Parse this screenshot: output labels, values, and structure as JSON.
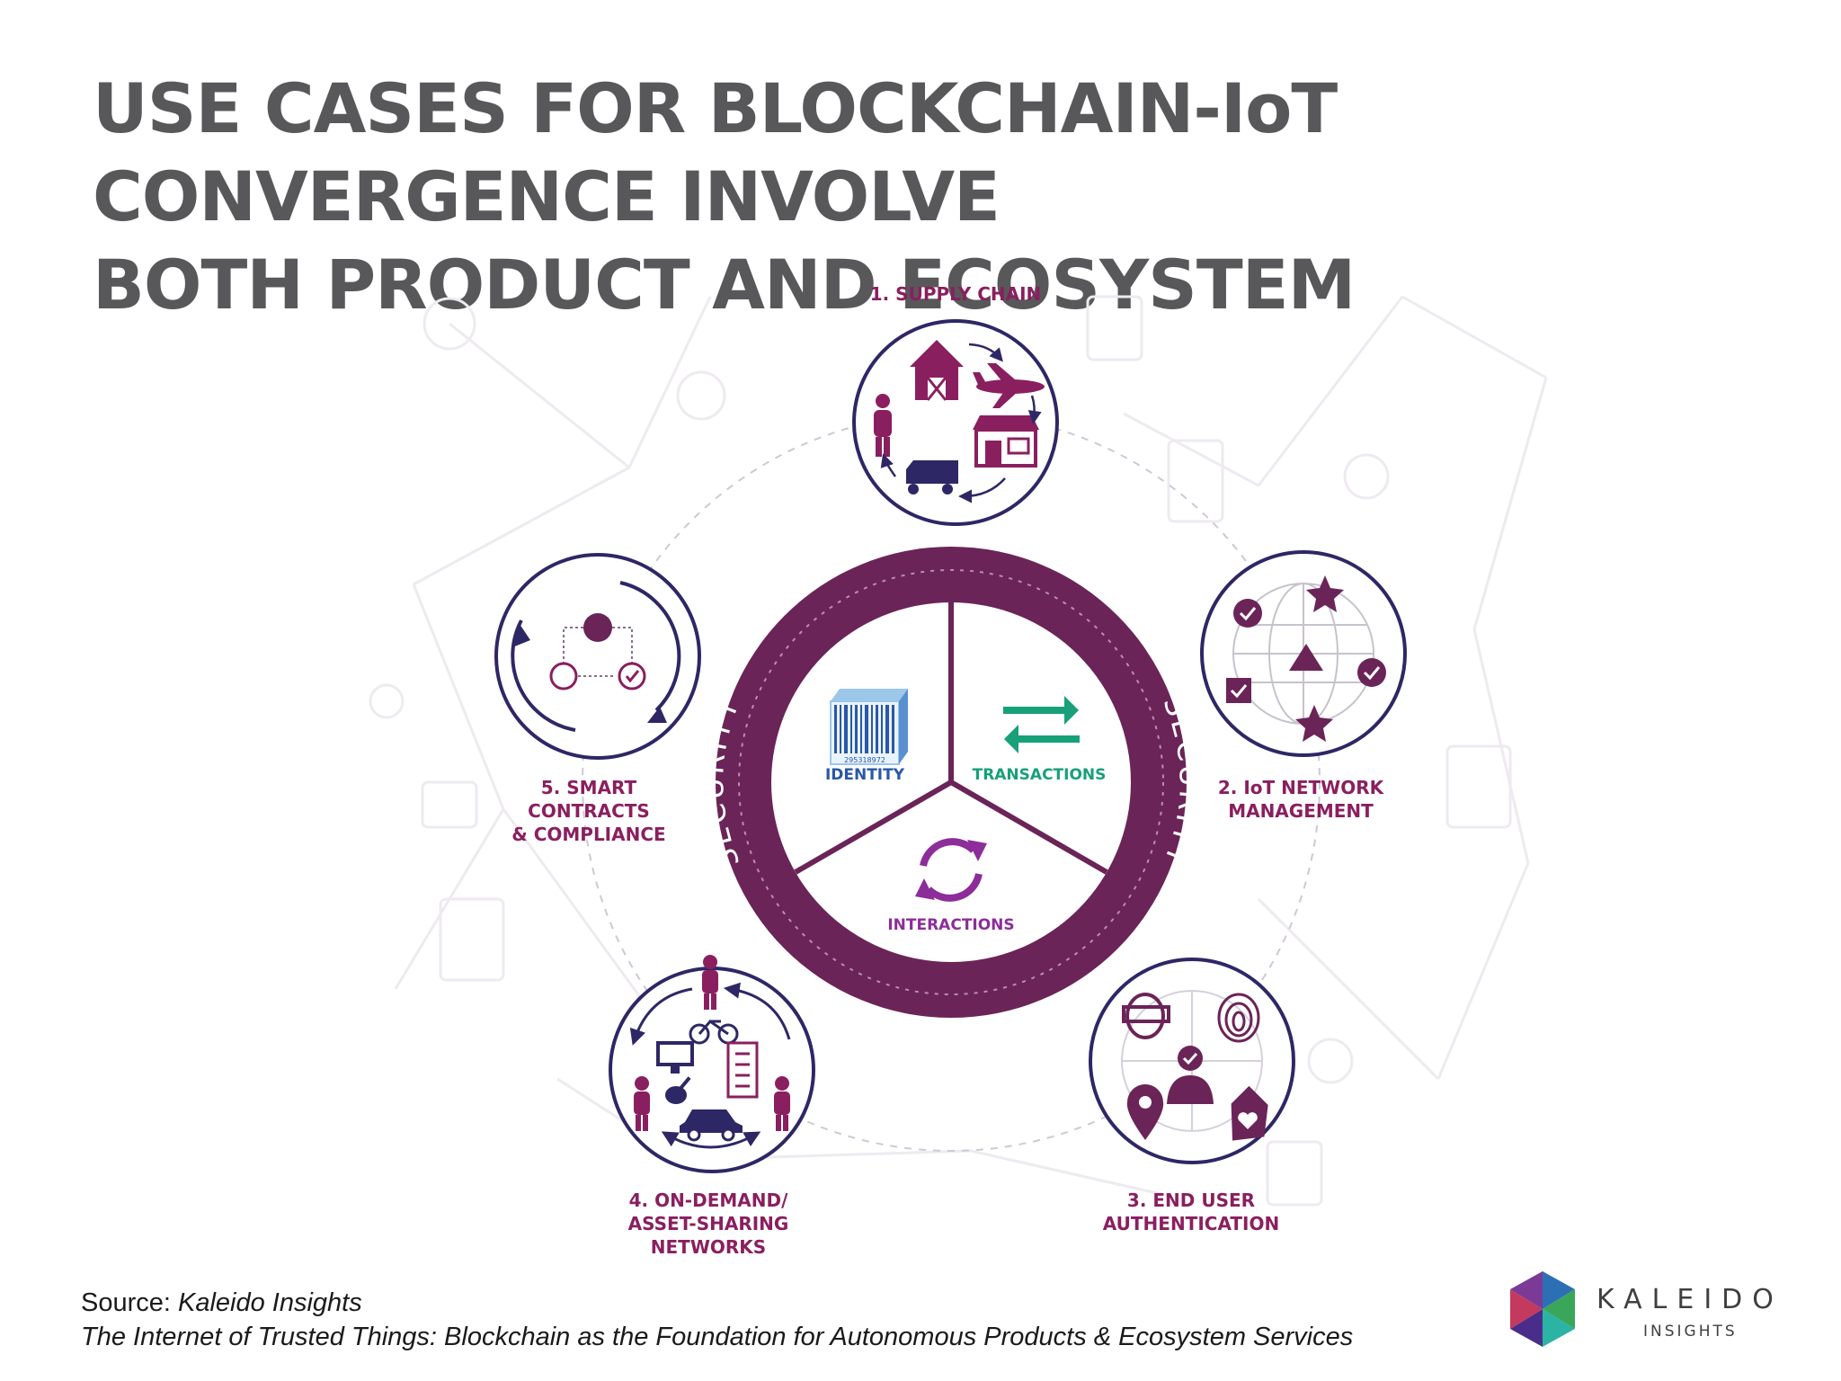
{
  "title": {
    "line1": "USE CASES FOR BLOCKCHAIN-IoT CONVERGENCE INVOLVE",
    "line2": "BOTH PRODUCT AND ECOSYSTEM"
  },
  "diagram": {
    "use_cases": {
      "supply_chain": [
        "1. SUPPLY CHAIN"
      ],
      "iot_network": [
        "2. IoT NETWORK",
        "MANAGEMENT"
      ],
      "user_auth": [
        "3. END USER",
        "AUTHENTICATION"
      ],
      "asset_sharing": [
        "4. ON-DEMAND/",
        "ASSET-SHARING",
        "NETWORKS"
      ],
      "smart_contracts": [
        "5. SMART",
        "CONTRACTS",
        "& COMPLIANCE"
      ]
    },
    "center": {
      "identity": "IDENTITY",
      "barcode_number": "295318972",
      "transactions": "TRANSACTIONS",
      "interactions": "INTERACTIONS",
      "ring_label_left": "SECURITY",
      "ring_label_right": "SECURITY"
    },
    "colors": {
      "plum": "#6b2458",
      "navy": "#2e2766",
      "magenta": "#8a1f5f",
      "identity_blue": "#2a57a8",
      "transactions_green": "#17a079",
      "interactions_purple": "#8c2d9a"
    }
  },
  "source": {
    "prefix": "Source: ",
    "name": "Kaleido Insights",
    "report": "The Internet of Trusted Things: Blockchain as the Foundation for Autonomous Products & Ecosystem Services"
  },
  "logo": {
    "word": "KALEIDO",
    "sub": "INSIGHTS"
  }
}
